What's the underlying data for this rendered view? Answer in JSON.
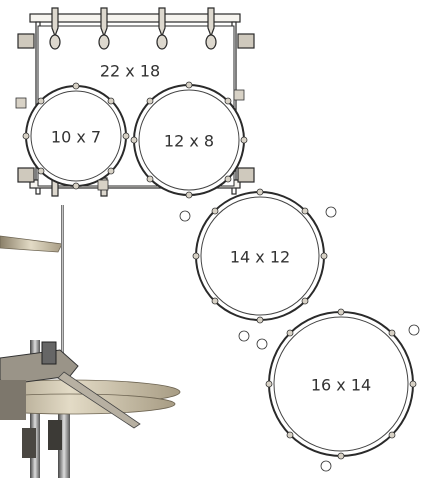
{
  "colors": {
    "outline": "#2a2a2a",
    "text": "#333333",
    "metal_light": "#e8e4dc",
    "metal_mid": "#b9b3a8",
    "metal_dark": "#5a5650",
    "cymbal": "#cfc6b0",
    "background": "#ffffff"
  },
  "drums": {
    "bass_drum": {
      "label": "22 x 18"
    },
    "tom_small": {
      "label": "10 x 7"
    },
    "tom_medium": {
      "label": "12 x 8"
    },
    "floor_tom_small": {
      "label": "14 x 12"
    },
    "floor_tom_large": {
      "label": "16 x 14"
    }
  }
}
